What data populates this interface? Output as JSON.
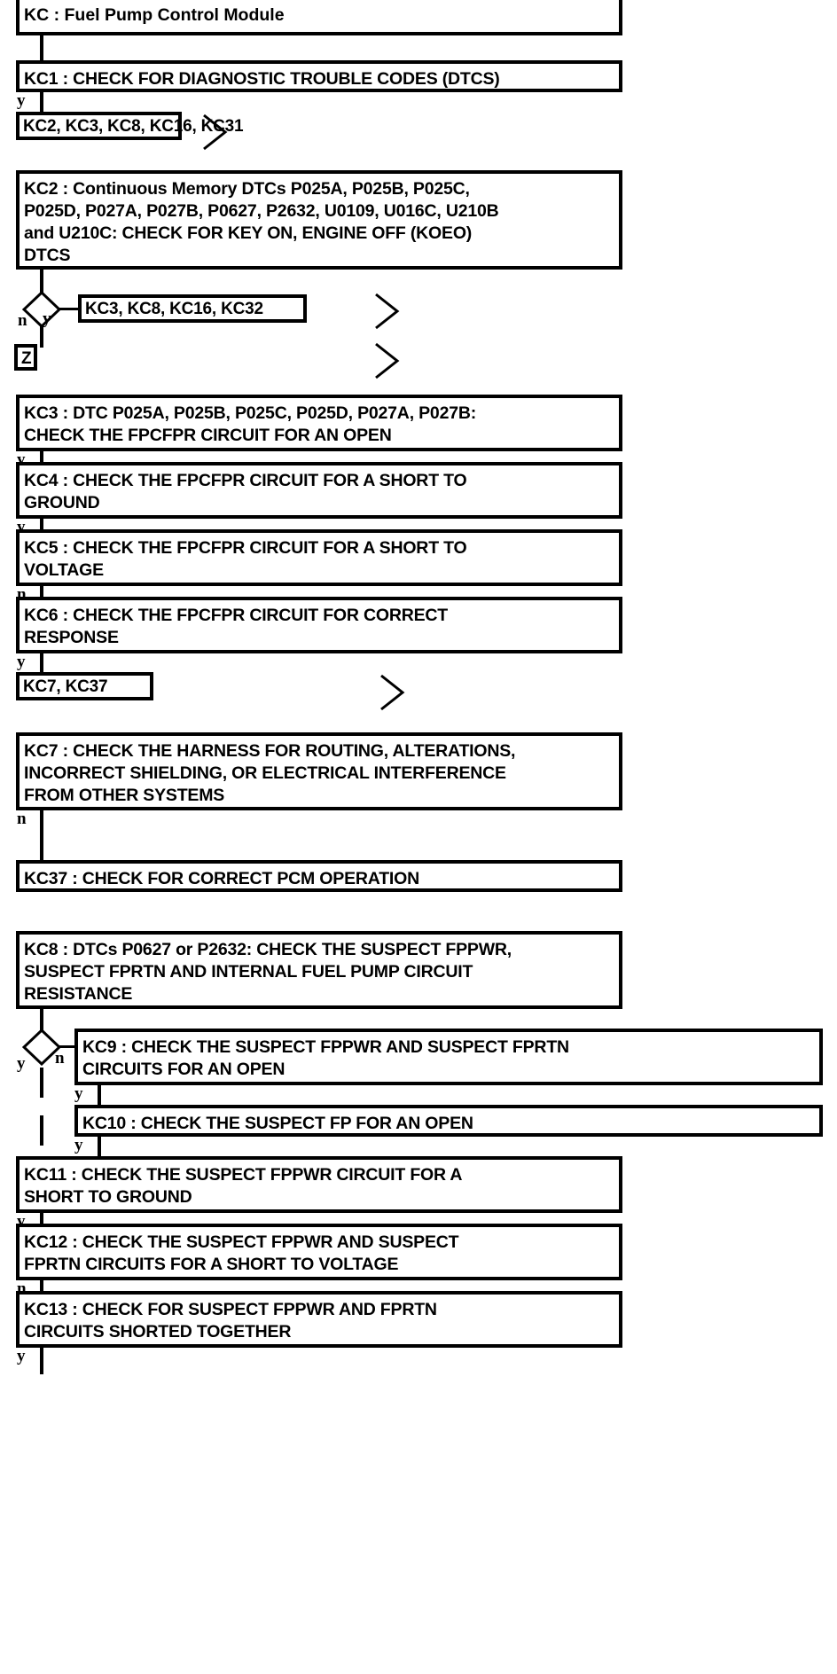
{
  "diagram": {
    "title": "KC : Fuel Pump Control Module",
    "colors": {
      "line": "#000000",
      "fill": "#ffffff",
      "text": "#000000"
    },
    "nodes": {
      "kc_title": "KC : Fuel Pump Control Module",
      "kc1": "KC1 : CHECK FOR DIAGNOSTIC TROUBLE CODES (DTCS)",
      "ref1": "KC2, KC3, KC8, KC16, KC31",
      "kc2": "KC2 : Continuous Memory DTCs P025A, P025B, P025C,\nP025D, P027A, P027B, P0627, P2632, U0109, U016C, U210B\nand U210C: CHECK FOR KEY ON, ENGINE OFF (KOEO)\nDTCS",
      "ref2": "KC3, KC8, KC16, KC32",
      "ref_z": "Z",
      "kc3": "KC3 : DTC P025A, P025B, P025C, P025D, P027A, P027B:\nCHECK THE FPCFPR CIRCUIT FOR AN OPEN",
      "kc4": "KC4 : CHECK THE FPCFPR CIRCUIT FOR A SHORT TO\nGROUND",
      "kc5": "KC5 : CHECK THE FPCFPR CIRCUIT FOR A SHORT TO\nVOLTAGE",
      "kc6": "KC6 : CHECK THE FPCFPR CIRCUIT FOR CORRECT\nRESPONSE",
      "ref3": "KC7, KC37",
      "kc7": "KC7 : CHECK THE HARNESS FOR ROUTING, ALTERATIONS,\nINCORRECT SHIELDING, OR ELECTRICAL INTERFERENCE\nFROM OTHER SYSTEMS",
      "kc37": "KC37 : CHECK FOR CORRECT PCM OPERATION",
      "kc8": "KC8 : DTCs P0627 or P2632: CHECK THE SUSPECT FPPWR,\nSUSPECT FPRTN AND INTERNAL FUEL PUMP CIRCUIT\nRESISTANCE",
      "kc9": "KC9 : CHECK THE SUSPECT FPPWR AND SUSPECT FPRTN\nCIRCUITS FOR AN OPEN",
      "kc10": "KC10 : CHECK THE SUSPECT FP FOR AN OPEN",
      "kc11": "KC11 : CHECK THE SUSPECT FPPWR CIRCUIT FOR A\nSHORT TO GROUND",
      "kc12": "KC12 : CHECK THE SUSPECT FPPWR AND SUSPECT\nFPRTN CIRCUITS FOR A SHORT TO VOLTAGE",
      "kc13": "KC13 : CHECK FOR SUSPECT FPPWR AND FPRTN\nCIRCUITS SHORTED TOGETHER"
    },
    "branch_labels": {
      "b_kc1_y": "y",
      "b_kc2_n": "n",
      "b_kc2_y": "y",
      "b_kc3_y": "y",
      "b_kc4_y": "y",
      "b_kc5_n": "n",
      "b_kc6_y": "y",
      "b_kc7_n": "n",
      "b_kc8_y": "y",
      "b_kc8_n": "n",
      "b_kc9_y": "y",
      "b_kc10_y": "y",
      "b_kc11_y": "y",
      "b_kc12_n": "n",
      "b_kc13_y": "y"
    }
  }
}
